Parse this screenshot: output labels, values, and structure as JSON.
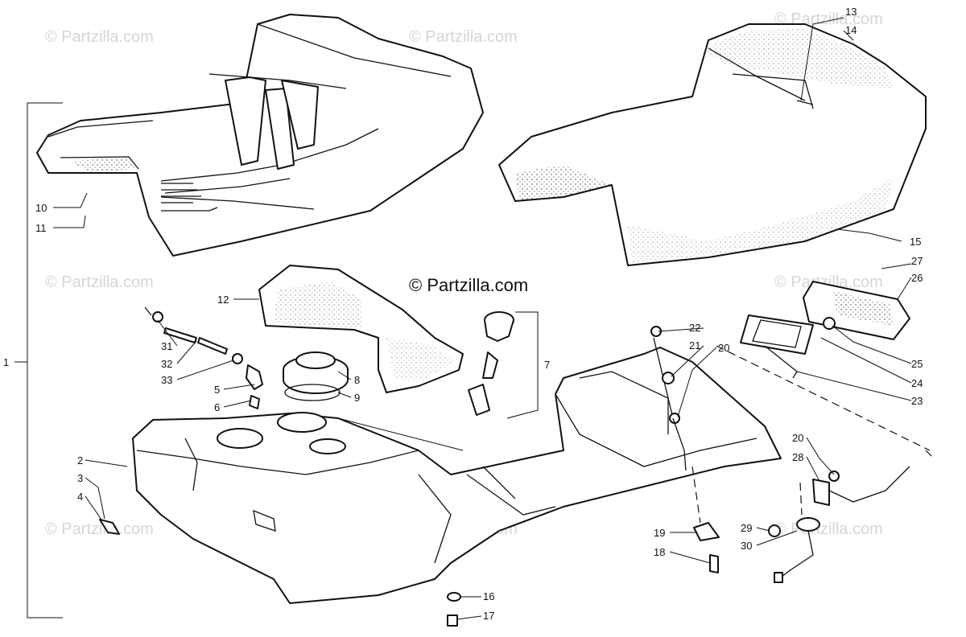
{
  "credit": "© Partzilla.com",
  "watermark": "© Partzilla.com",
  "callouts": [
    {
      "id": "1",
      "label": "1"
    },
    {
      "id": "2",
      "label": "2"
    },
    {
      "id": "3",
      "label": "3"
    },
    {
      "id": "4",
      "label": "4"
    },
    {
      "id": "5",
      "label": "5"
    },
    {
      "id": "6",
      "label": "6"
    },
    {
      "id": "7",
      "label": "7"
    },
    {
      "id": "8",
      "label": "8"
    },
    {
      "id": "9",
      "label": "9"
    },
    {
      "id": "10",
      "label": "10"
    },
    {
      "id": "11",
      "label": "11"
    },
    {
      "id": "12",
      "label": "12"
    },
    {
      "id": "13",
      "label": "13"
    },
    {
      "id": "14",
      "label": "14"
    },
    {
      "id": "15",
      "label": "15"
    },
    {
      "id": "16",
      "label": "16"
    },
    {
      "id": "17",
      "label": "17"
    },
    {
      "id": "18",
      "label": "18"
    },
    {
      "id": "19",
      "label": "19"
    },
    {
      "id": "20a",
      "label": "20"
    },
    {
      "id": "20b",
      "label": "20"
    },
    {
      "id": "21",
      "label": "21"
    },
    {
      "id": "22",
      "label": "22"
    },
    {
      "id": "23",
      "label": "23"
    },
    {
      "id": "24",
      "label": "24"
    },
    {
      "id": "25",
      "label": "25"
    },
    {
      "id": "26",
      "label": "26"
    },
    {
      "id": "27",
      "label": "27"
    },
    {
      "id": "28",
      "label": "28"
    },
    {
      "id": "29",
      "label": "29"
    },
    {
      "id": "30",
      "label": "30"
    },
    {
      "id": "31",
      "label": "31"
    },
    {
      "id": "32",
      "label": "32"
    },
    {
      "id": "33",
      "label": "33"
    }
  ]
}
